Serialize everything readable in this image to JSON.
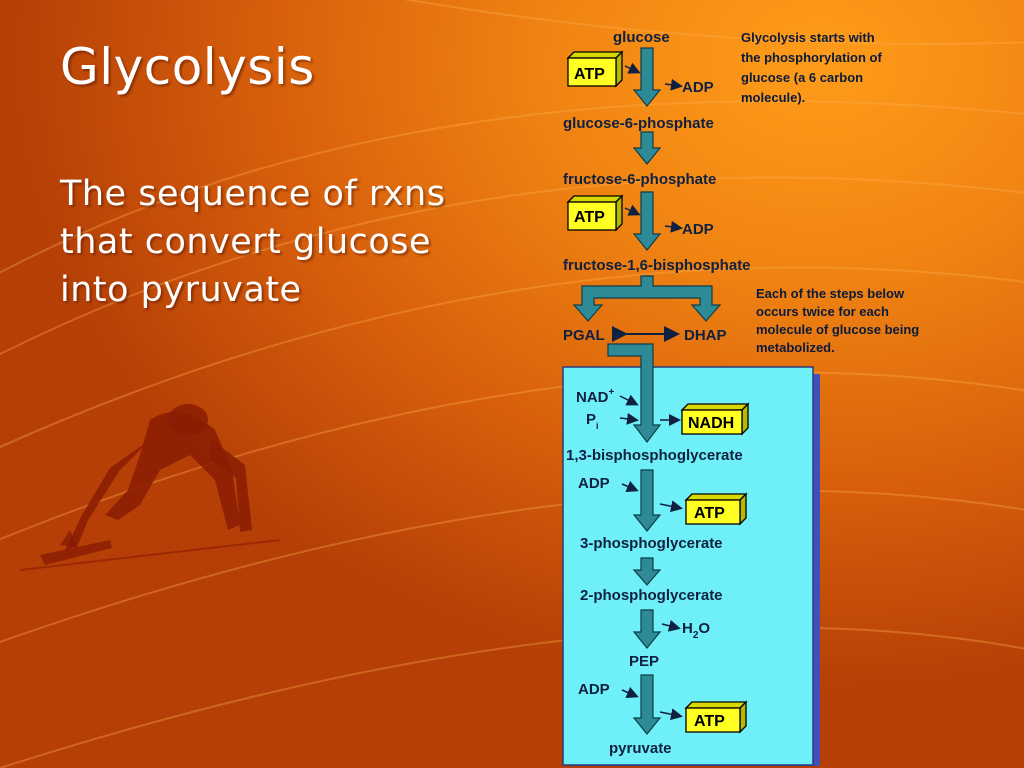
{
  "slide": {
    "title": "Glycolysis",
    "body_line1": "The sequence of rxns",
    "body_line2": "that convert glucose",
    "body_line3": "into pyruvate"
  },
  "diagram": {
    "note_top": [
      "Glycolysis starts with",
      "the phosphorylation of",
      "glucose (a 6 carbon",
      "molecule)."
    ],
    "note_mid": [
      "Each of the steps below",
      "occurs twice for each",
      "molecule of glucose being",
      "metabolized."
    ],
    "glucose": "glucose",
    "atp_1": "ATP",
    "adp_1": "ADP",
    "g6p": "glucose-6-phosphate",
    "f6p": "fructose-6-phosphate",
    "atp_2": "ATP",
    "adp_2": "ADP",
    "f16bp": "fructose-1,6-bisphosphate",
    "pgal": "PGAL",
    "dhap": "DHAP",
    "nad": "NAD",
    "nad_sup": "+",
    "pi": "P",
    "pi_sub": "i",
    "nadh": "NADH",
    "bpg": "1,3-bisphosphoglycerate",
    "adp_3": "ADP",
    "atp_3": "ATP",
    "pg3": "3-phosphoglycerate",
    "pg2": "2-phosphoglycerate",
    "h2o_h": "H",
    "h2o_2": "2",
    "h2o_o": "O",
    "pep": "PEP",
    "adp_4": "ADP",
    "atp_4": "ATP",
    "pyruvate": "pyruvate"
  },
  "colors": {
    "arrow": "#2e8a96",
    "box_panel": "#6ff0f8",
    "atp_box": "#ffff22"
  }
}
